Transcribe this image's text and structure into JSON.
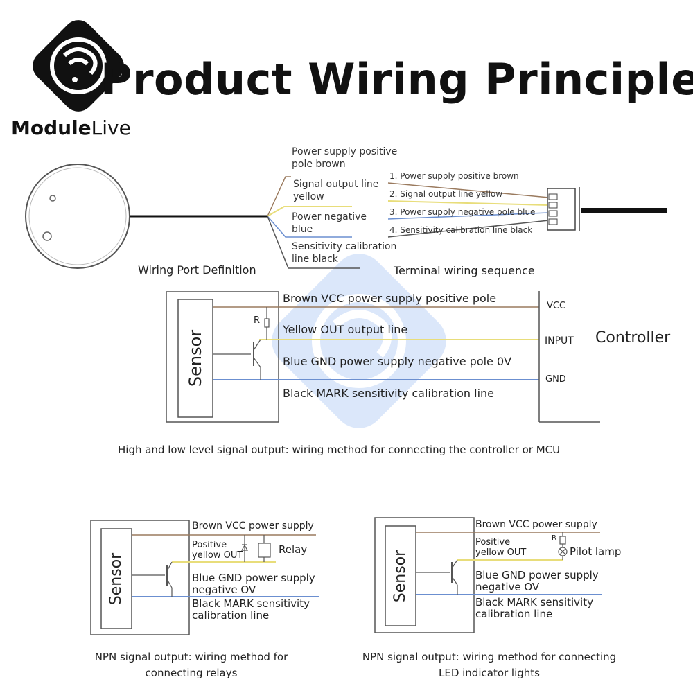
{
  "header": {
    "title": "Product Wiring Principle",
    "brand_module": "Module",
    "brand_live": "Live"
  },
  "top": {
    "wire_labels": [
      "Power supply positive\npole brown",
      "Signal output line\nyellow",
      "Power negative\nblue",
      "Sensitivity calibration\nline black"
    ],
    "terminal_labels": [
      "1. Power supply positive brown",
      "2. Signal output line yellow",
      "3. Power supply negative pole blue",
      "4. Sensitivity calibration line black"
    ],
    "caption_left": "Wiring Port Definition",
    "caption_right": "Terminal wiring sequence"
  },
  "middle": {
    "sensor_label": "Sensor",
    "resistor_label": "R",
    "line_labels": [
      "Brown VCC power supply positive pole",
      "Yellow OUT output line",
      "Blue GND power supply negative pole 0V",
      "Black MARK sensitivity calibration line"
    ],
    "controller_pins": [
      "VCC",
      "INPUT",
      "GND"
    ],
    "controller_label": "Controller",
    "caption": "High and low level signal output: wiring method for connecting the controller or MCU"
  },
  "relay": {
    "sensor_label": "Sensor",
    "brown": "Brown VCC power supply",
    "yellow": "Positive\nyellow OUT",
    "blue": "Blue GND power supply\nnegative OV",
    "black": "Black MARK sensitivity\ncalibration line",
    "relay_label": "Relay",
    "caption": "NPN signal output: wiring method for\nconnecting relays"
  },
  "led": {
    "sensor_label": "Sensor",
    "brown": "Brown VCC power supply",
    "yellow": "Positive\nyellow OUT",
    "blue": "Blue GND power supply\nnegative OV",
    "black": "Black MARK sensitivity\ncalibration line",
    "resistor_label": "R",
    "lamp_label": "Pilot lamp",
    "caption": "NPN signal output: wiring method for connecting\nLED indicator lights"
  },
  "colors": {
    "brown": "#9a7a5e",
    "yellow": "#e8dd7a",
    "blue": "#6b8fd0",
    "black": "#555555",
    "frame": "#666666",
    "watermark": "#3d7ee8"
  }
}
